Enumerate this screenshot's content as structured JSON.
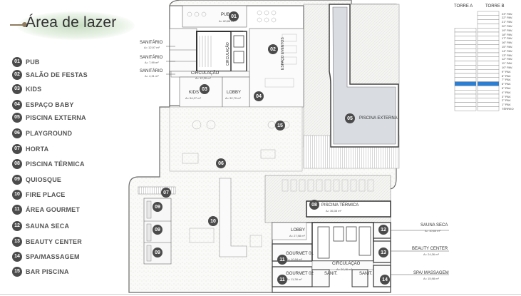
{
  "title": "Área de lazer",
  "legend": [
    {
      "num": "01",
      "label": "PUB"
    },
    {
      "num": "02",
      "label": "SALÃO DE FESTAS"
    },
    {
      "num": "03",
      "label": "KIDS"
    },
    {
      "num": "04",
      "label": "ESPAÇO BABY"
    },
    {
      "num": "05",
      "label": "PISCINA EXTERNA"
    },
    {
      "num": "06",
      "label": "PLAYGROUND"
    },
    {
      "num": "07",
      "label": "HORTA"
    },
    {
      "num": "08",
      "label": "PISCINA TÉRMICA"
    },
    {
      "num": "09",
      "label": "QUIOSQUE"
    },
    {
      "num": "10",
      "label": "FIRE PLACE"
    },
    {
      "num": "11",
      "label": "ÁREA GOURMET"
    },
    {
      "num": "12",
      "label": "SAUNA SECA"
    },
    {
      "num": "13",
      "label": "BEAUTY CENTER"
    },
    {
      "num": "14",
      "label": "SPA/MASSAGEM"
    },
    {
      "num": "15",
      "label": "BAR PISCINA"
    }
  ],
  "plan": {
    "rooms": {
      "pub": {
        "label": "PUB",
        "area": "A= 60,86 m²"
      },
      "sanitario1": {
        "label": "SANITÁRIO",
        "area": "A= 12,97 m²"
      },
      "sanitario2": {
        "label": "SANITÁRIO",
        "area": "A= 7,99 m²"
      },
      "sanitario3": {
        "label": "SANITÁRIO",
        "area": "A= 4,31 m²"
      },
      "circulacao_top": {
        "label": "CIRCULAÇÃO",
        "area": "A= 12,30 m²"
      },
      "circulacao_vert": {
        "label": "CIRCULAÇÃO"
      },
      "espaco_eventos": {
        "label": "ESPAÇO EVENTOS"
      },
      "kids": {
        "label": "KIDS",
        "area": "A= 54,27 m²"
      },
      "lobby_top": {
        "label": "LOBBY",
        "area": "A= 32,70 m²"
      },
      "piscina_externa": {
        "label": "PISCINA EXTERNA"
      },
      "piscina_termica": {
        "label": "PISCINA TÉRMICA",
        "area": "A= 36,35 m²"
      },
      "lobby_bottom": {
        "label": "LOBBY",
        "area": "A= 27,98 m²"
      },
      "gourmet01": {
        "label": "GOURMET 01",
        "area": "A= 10,94 m²"
      },
      "gourmet02": {
        "label": "GOURMET 02",
        "area": "A= 11,38 m²"
      },
      "circulacao_bottom": {
        "label": "CIRCULAÇÃO",
        "area": "A= 20,46 m²"
      },
      "sanit_a": {
        "label": "SANIT."
      },
      "sanit_b": {
        "label": "SANIT."
      },
      "sauna_seca": {
        "label": "SAUNA SECA",
        "area": "A= 10,60 m²"
      },
      "beauty_center": {
        "label": "BEAUTY CENTER",
        "area": "A= 24,36 m²"
      },
      "spa": {
        "label": "SPA/ MASSAGEM",
        "area": "A= 15,98 m²"
      }
    },
    "badges": [
      "01",
      "02",
      "03",
      "04",
      "05",
      "06",
      "07",
      "08",
      "09",
      "09",
      "09",
      "10",
      "11",
      "11",
      "12",
      "13",
      "14",
      "15"
    ]
  },
  "towers": {
    "tower_a": "TORRE A",
    "tower_b": "TORRE B",
    "floors": [
      "23° PAV.",
      "22° PAV.",
      "21° PAV.",
      "20° PAV.",
      "19° PAV.",
      "18° PAV.",
      "17° PAV.",
      "16° PAV.",
      "15° PAV.",
      "14° PAV.",
      "13° PAV.",
      "12° PAV.",
      "11° PAV.",
      "10° PAV.",
      "9° PAV.",
      "8° PAV.",
      "7° PAV.",
      "6° PAV.",
      "5° PAV.",
      "4° PAV.",
      "3° PAV.",
      "2° PAV.",
      "1° PAV.",
      "TÉRREO"
    ],
    "highlight_floor": "6° PAV.",
    "highlight_color": "#2a7fd4"
  },
  "colors": {
    "badge": "#4b4b4b",
    "accent": "#8f7c5f",
    "pool": "#d9dde2",
    "highlight": "#2a7fd4"
  }
}
